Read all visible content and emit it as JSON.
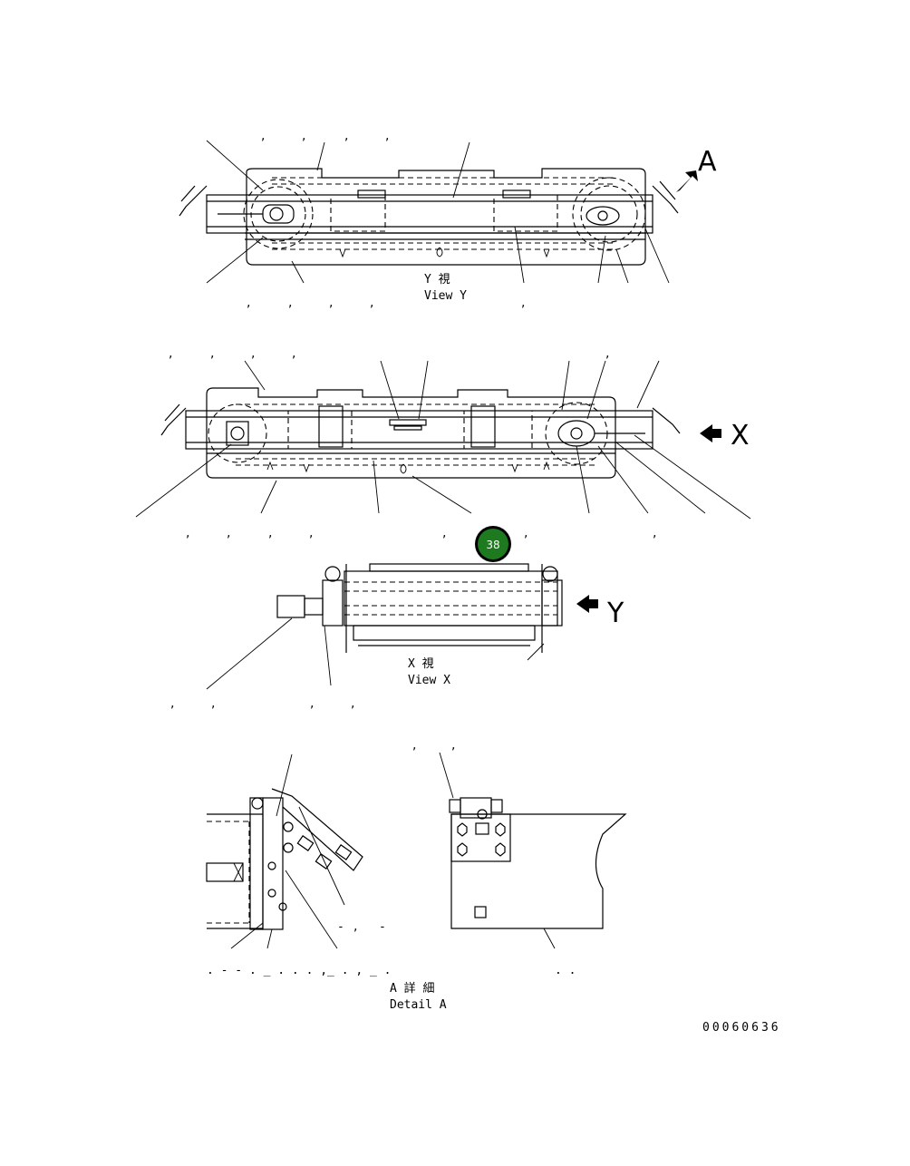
{
  "views": {
    "view_y_jp": "Y  視",
    "view_y": "View Y",
    "view_x_jp": "X  視",
    "view_x": "View X",
    "detail_a_jp": "A 詳 細",
    "detail_a": "Detail A"
  },
  "arrows": {
    "a": "A",
    "x": "X",
    "y": "Y"
  },
  "badge": {
    "label": "38",
    "color": "#1e7a1e"
  },
  "footer": {
    "drawing_number": "00060636"
  }
}
